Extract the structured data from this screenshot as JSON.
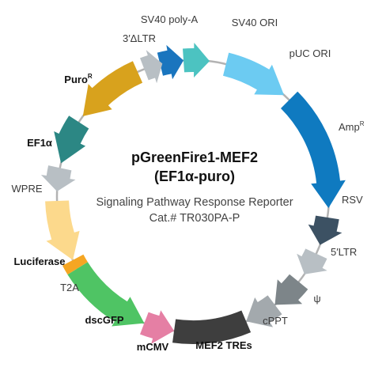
{
  "plasmid": {
    "name": "pGreenFire1-MEF2",
    "subtitle": "(EF1α-puro)",
    "description": "Signaling Pathway Response Reporter",
    "catalog": "Cat.# TR030PA-P"
  },
  "features": [
    {
      "id": "sv40-polya",
      "label": "SV40 poly-A",
      "sup": "",
      "bold": false,
      "color": "#1a75be",
      "start": -14,
      "end": -4,
      "dir": "cw"
    },
    {
      "id": "sv40-ori",
      "label": "SV40 ORI",
      "sup": "",
      "bold": false,
      "color": "#4cc3c1",
      "start": -4,
      "end": 7,
      "dir": "cw"
    },
    {
      "id": "puc-ori",
      "label": "pUC ORI",
      "sup": "",
      "bold": false,
      "color": "#6ccbf2",
      "start": 14,
      "end": 42,
      "dir": "cw"
    },
    {
      "id": "ampr",
      "label": "Amp",
      "sup": "R",
      "bold": false,
      "color": "#0f7ac0",
      "start": 45,
      "end": 95,
      "dir": "cw"
    },
    {
      "id": "rsv",
      "label": "RSV",
      "sup": "",
      "bold": false,
      "color": "#3c5163",
      "start": 99,
      "end": 111,
      "dir": "cw"
    },
    {
      "id": "ltr5",
      "label": "5′LTR",
      "sup": "",
      "bold": false,
      "color": "#b8bfc4",
      "start": 115,
      "end": 125,
      "dir": "cw"
    },
    {
      "id": "psi",
      "label": "ψ",
      "sup": "",
      "bold": false,
      "color": "#7d8589",
      "start": 129,
      "end": 143,
      "dir": "cw"
    },
    {
      "id": "cppt",
      "label": "cPPT",
      "sup": "",
      "bold": false,
      "color": "#a3a9ad",
      "start": 143,
      "end": 157,
      "dir": "cw"
    },
    {
      "id": "mef2-tres",
      "label": "MEF2 TREs",
      "sup": "",
      "bold": true,
      "color": "#3e3e3e",
      "start": 157,
      "end": 188,
      "dir": "none"
    },
    {
      "id": "mcmv",
      "label": "mCMV",
      "sup": "",
      "bold": true,
      "color": "#e57fa4",
      "start": 188,
      "end": 201,
      "dir": "ccw"
    },
    {
      "id": "dscgfp",
      "label": "dscGFP",
      "sup": "",
      "bold": true,
      "color": "#4fc464",
      "start": 201,
      "end": 238,
      "dir": "ccw"
    },
    {
      "id": "t2a",
      "label": "T2A",
      "sup": "",
      "bold": false,
      "color": "#f5a623",
      "start": 238,
      "end": 242,
      "dir": "none"
    },
    {
      "id": "luciferase",
      "label": "Luciferase",
      "sup": "",
      "bold": true,
      "color": "#fcd98c",
      "start": 242,
      "end": 268,
      "dir": "ccw"
    },
    {
      "id": "wpre",
      "label": "WPRE",
      "sup": "",
      "bold": false,
      "color": "#b8bfc4",
      "start": 272,
      "end": 282,
      "dir": "ccw"
    },
    {
      "id": "ef1a",
      "label": "EF1α",
      "sup": "",
      "bold": true,
      "color": "#2c8784",
      "start": 284,
      "end": 303,
      "dir": "ccw"
    },
    {
      "id": "puror",
      "label": "Puro",
      "sup": "R",
      "bold": true,
      "color": "#d8a21d",
      "start": 306,
      "end": 336,
      "dir": "ccw"
    },
    {
      "id": "ltr3",
      "label": "3′ΔLTR",
      "sup": "",
      "bold": false,
      "color": "#b8bfc4",
      "start": 339,
      "end": 347,
      "dir": "cw"
    }
  ]
}
